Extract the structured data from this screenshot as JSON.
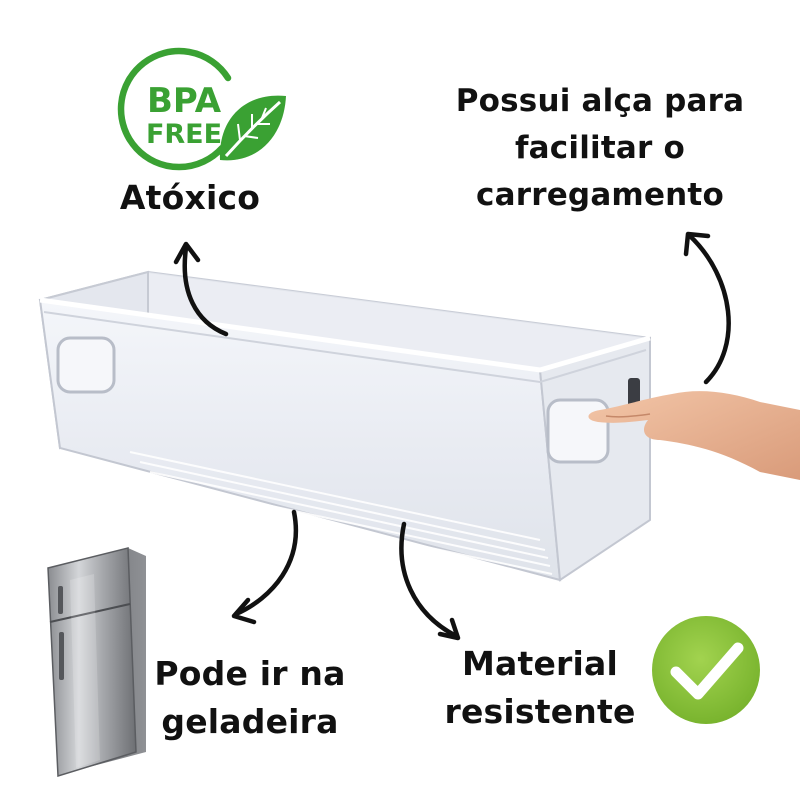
{
  "badge": {
    "line1": "BPA",
    "line2": "FREE",
    "icon": "leaf-icon",
    "color": "#3aa133"
  },
  "features": {
    "non_toxic": "Atóxico",
    "handle": [
      "Possui alça para",
      "facilitar o",
      "carregamento"
    ],
    "fridge": [
      "Pode ir na",
      "geladeira"
    ],
    "material": [
      "Material",
      "resistente"
    ]
  },
  "check_badge": {
    "icon": "checkmark-icon",
    "color": "#8dc63f"
  },
  "product": {
    "icon": "clear-storage-bin",
    "accessory_icons": [
      "refrigerator-icon",
      "hand-icon"
    ]
  }
}
